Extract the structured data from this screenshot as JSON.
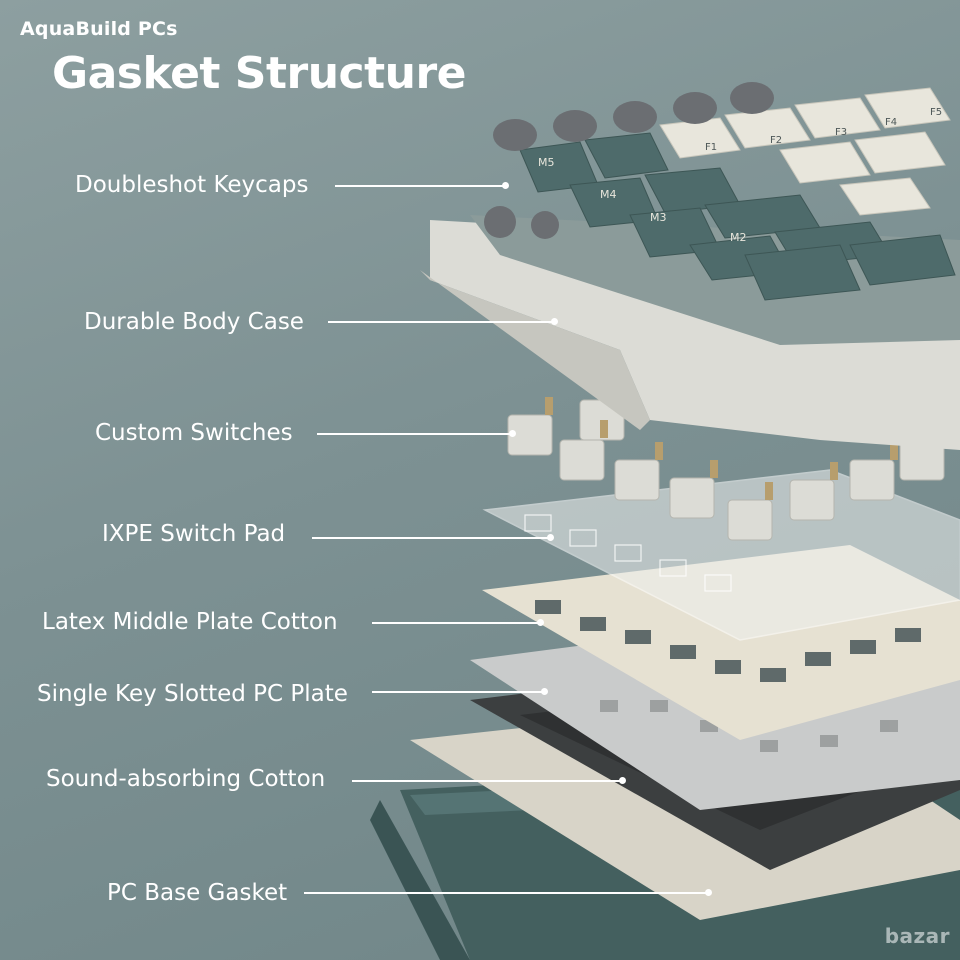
{
  "brand": "AquaBuild PCs",
  "title": "Gasket Structure",
  "layers": [
    {
      "label": "Doubleshot Keycaps"
    },
    {
      "label": "Durable Body Case"
    },
    {
      "label": "Custom Switches"
    },
    {
      "label": "IXPE Switch Pad"
    },
    {
      "label": "Latex Middle Plate Cotton"
    },
    {
      "label": "Single Key Slotted PC Plate"
    },
    {
      "label": "Sound-absorbing Cotton"
    },
    {
      "label": "PC Base Gasket"
    }
  ],
  "keycap_legends": [
    "M5",
    "M4",
    "M3",
    "M2",
    "F1",
    "F2",
    "F3",
    "F4",
    "F5"
  ],
  "watermark": "bazar",
  "colors": {
    "keycap_teal": "#4e6b6b",
    "keycap_cream": "#e8e6dc",
    "knob_gray": "#6b6e72",
    "case_light": "#dcdcd6",
    "plate_cream": "#e6e1d2",
    "plate_gray": "#c9cbcb",
    "base_dark": "#3c3f40",
    "base_teal": "#44605f"
  }
}
